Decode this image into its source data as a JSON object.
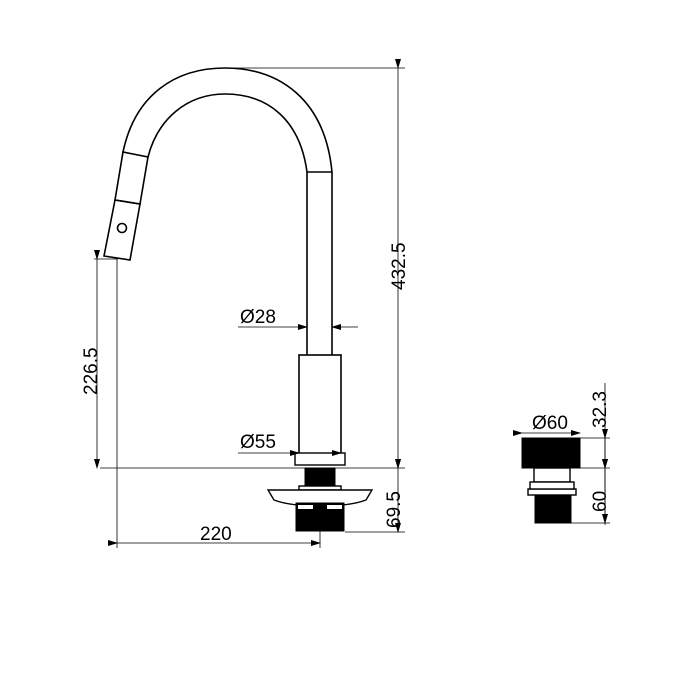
{
  "drawing": {
    "title": "Pull-down kitchen faucet dimensional drawing",
    "units": "mm",
    "dimensions": {
      "total_height": "432.5",
      "spout_outlet_height": "226.5",
      "spout_reach": "220",
      "body_diameter": "Ø28",
      "base_diameter": "Ø55",
      "below_deck": "69.5"
    },
    "side_part": {
      "diameter": "Ø60",
      "top_height": "32.3",
      "bottom_height": "60"
    },
    "colors": {
      "line": "#000000",
      "background": "#ffffff"
    }
  }
}
